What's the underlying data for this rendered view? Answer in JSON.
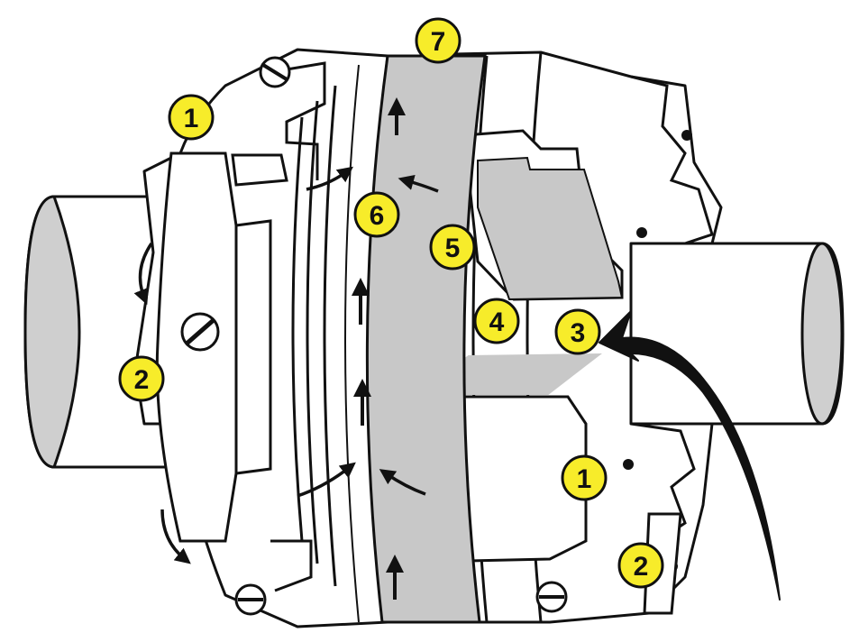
{
  "callouts": [
    {
      "id": "c7",
      "label": "7"
    },
    {
      "id": "c1-top",
      "label": "1"
    },
    {
      "id": "c6",
      "label": "6"
    },
    {
      "id": "c5",
      "label": "5"
    },
    {
      "id": "c4",
      "label": "4"
    },
    {
      "id": "c3",
      "label": "3"
    },
    {
      "id": "c2-left",
      "label": "2"
    },
    {
      "id": "c1-bottom",
      "label": "1"
    },
    {
      "id": "c2-bottom",
      "label": "2"
    }
  ],
  "colors": {
    "callout_fill": "#f7ec2a",
    "outline": "#111111",
    "face": "#ffffff",
    "shaded": "#c8c8c8",
    "shaft": "#d4d4d4",
    "arrow": "#111111"
  },
  "icons": {
    "flow_arrow": "arrow-up-icon",
    "screw": "screw-head-icon"
  }
}
